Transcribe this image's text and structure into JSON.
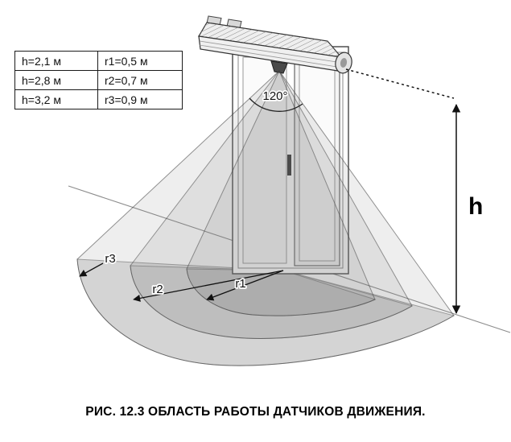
{
  "table": {
    "rows": [
      {
        "height": "h=2,1 м",
        "radius": "r1=0,5 м"
      },
      {
        "height": "h=2,8 м",
        "radius": "r2=0,7 м"
      },
      {
        "height": "h=3,2 м",
        "radius": "r3=0,9 м"
      }
    ]
  },
  "diagram": {
    "angle_label": "120°",
    "height_label": "h",
    "r1_label": "r1",
    "r2_label": "r2",
    "r3_label": "r3"
  },
  "caption": "РИС. 12.3 ОБЛАСТЬ РАБОТЫ ДАТЧИКОВ ДВИЖЕНИЯ."
}
